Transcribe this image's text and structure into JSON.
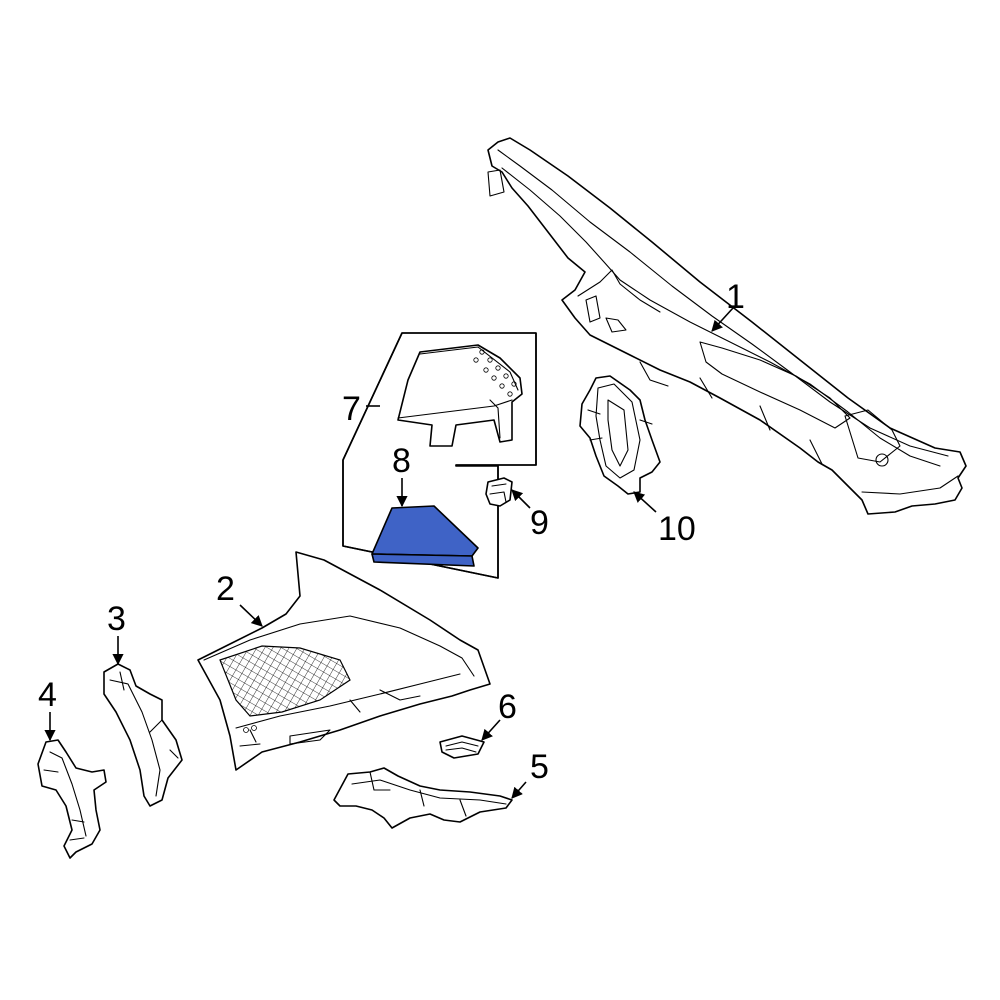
{
  "diagram": {
    "highlight_color": "#3f63c6",
    "line_color": "#000000",
    "callouts": [
      {
        "id": "1",
        "label": "1"
      },
      {
        "id": "2",
        "label": "2"
      },
      {
        "id": "3",
        "label": "3"
      },
      {
        "id": "4",
        "label": "4"
      },
      {
        "id": "5",
        "label": "5"
      },
      {
        "id": "6",
        "label": "6"
      },
      {
        "id": "7",
        "label": "7"
      },
      {
        "id": "8",
        "label": "8"
      },
      {
        "id": "9",
        "label": "9"
      },
      {
        "id": "10",
        "label": "10"
      }
    ],
    "highlighted_part": "8"
  }
}
